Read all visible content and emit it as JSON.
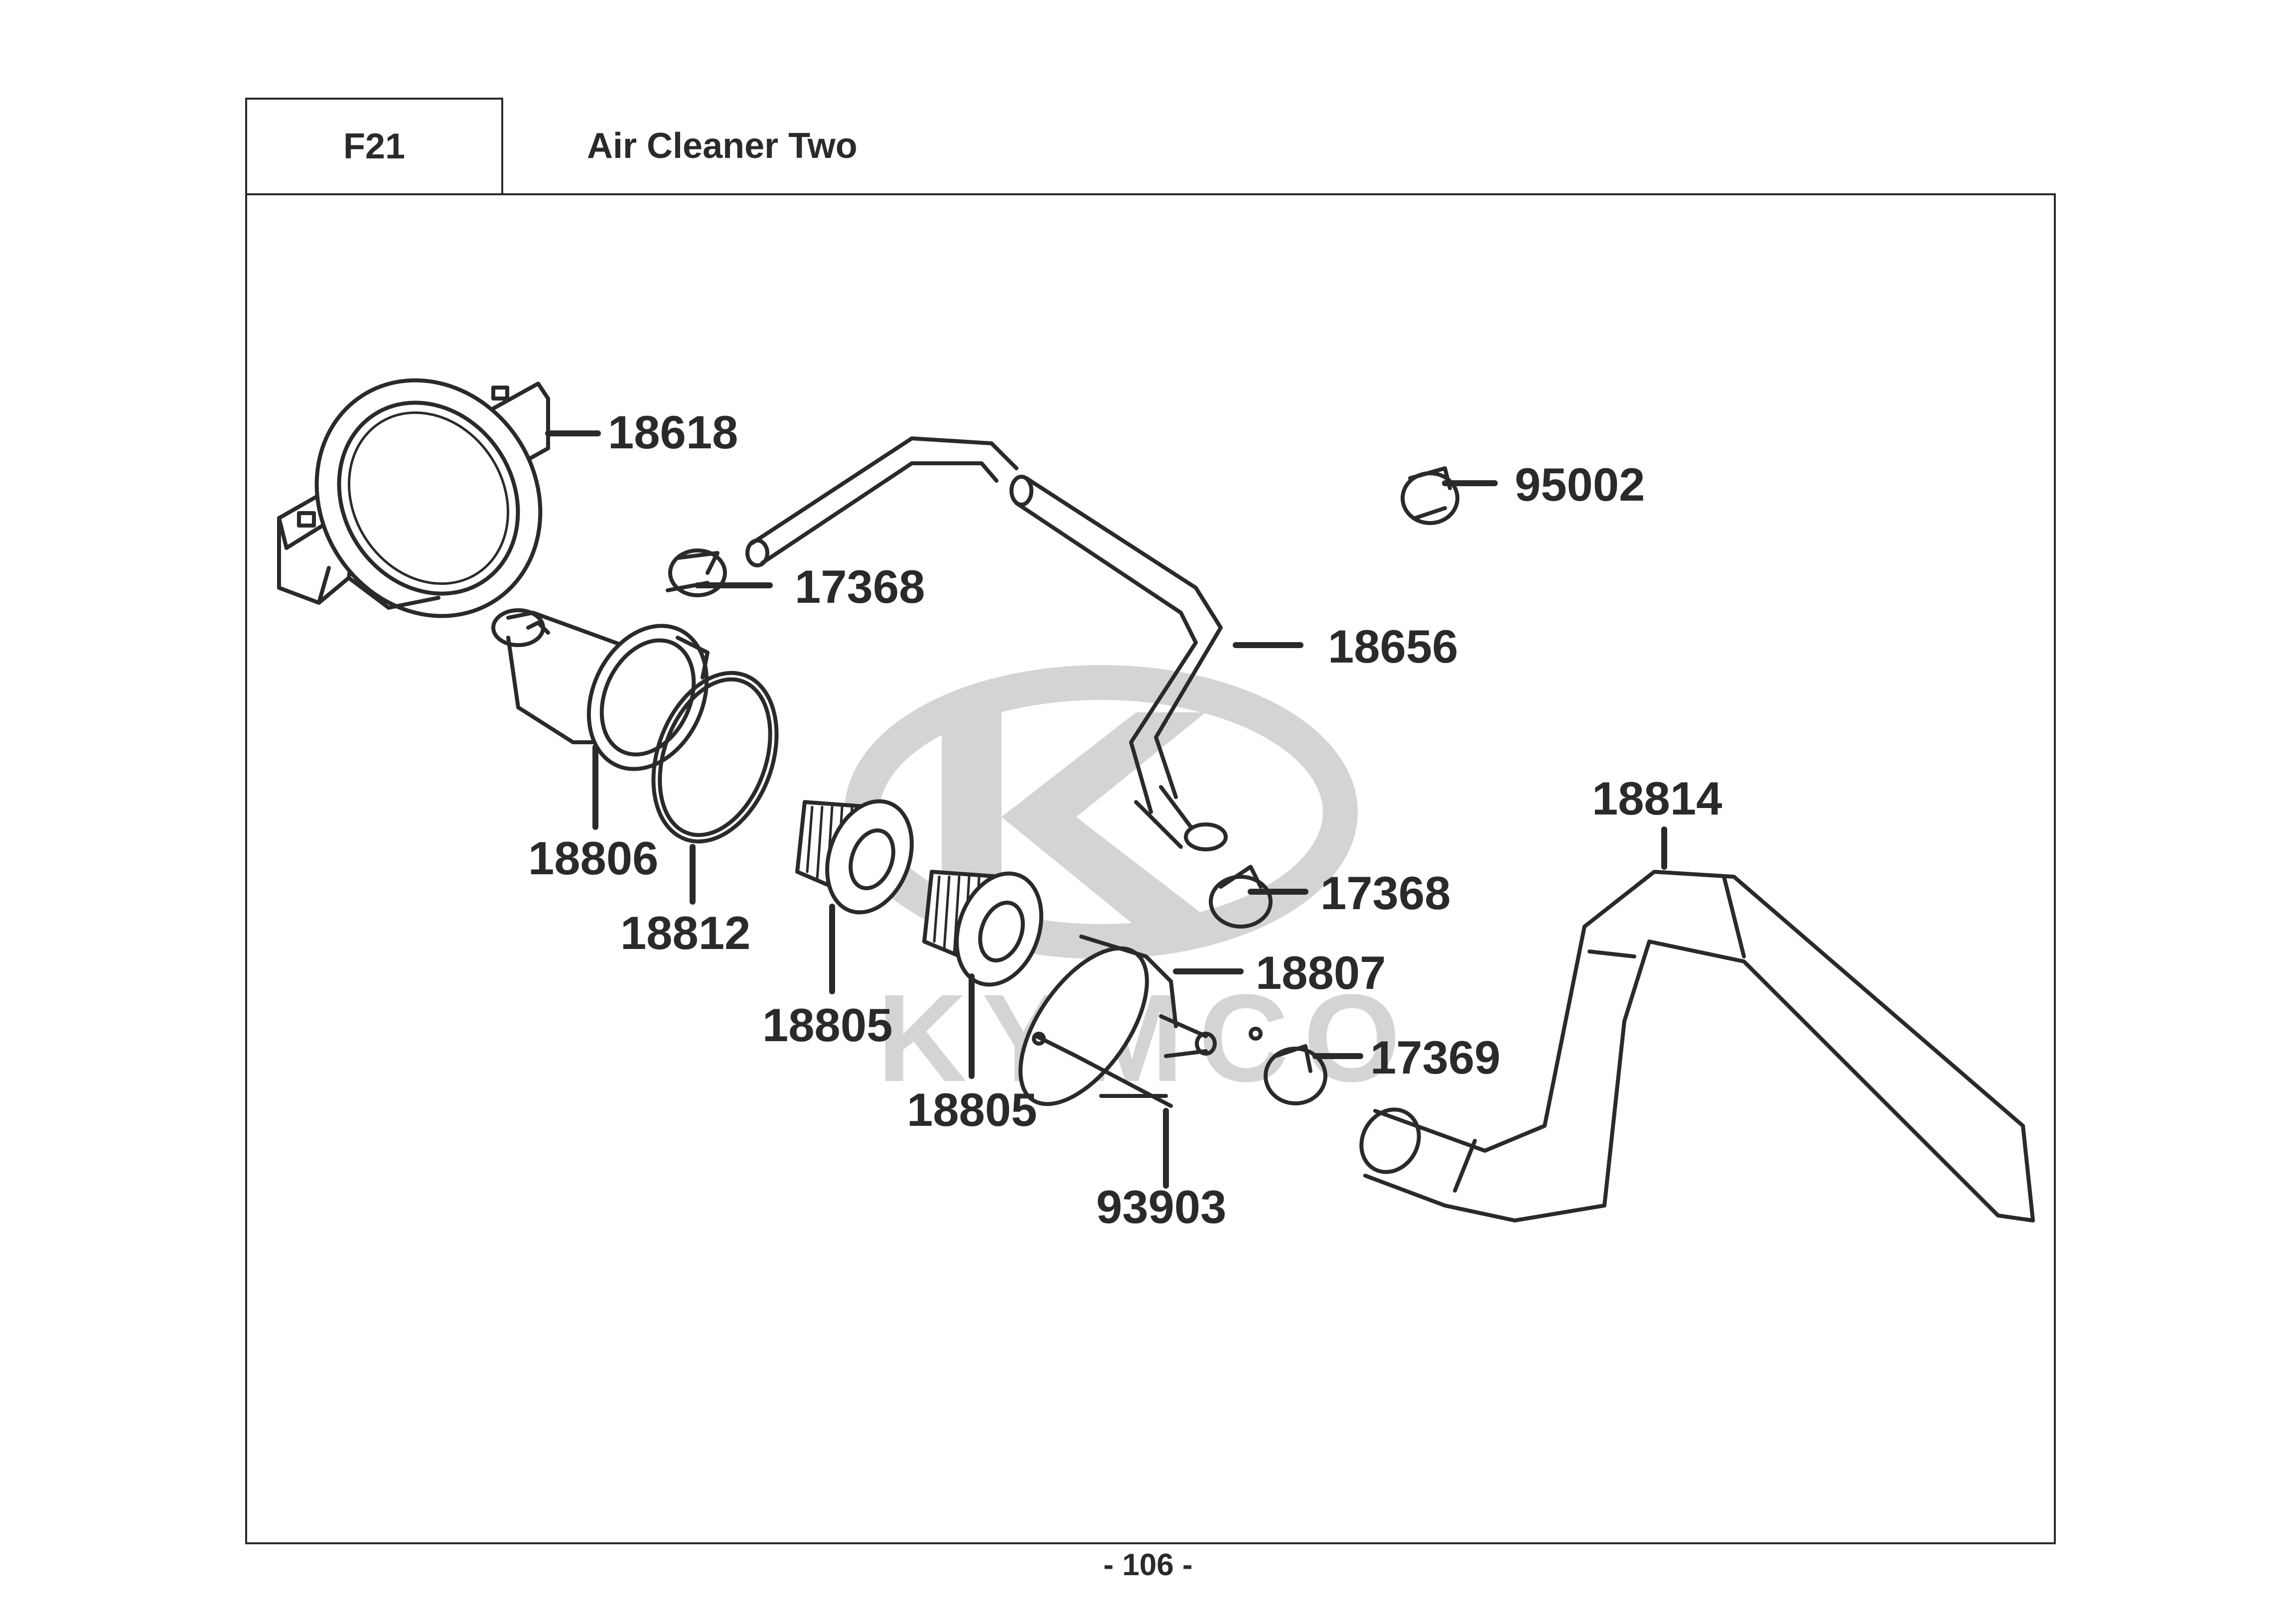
{
  "header": {
    "code": "F21",
    "title": "Air Cleaner Two"
  },
  "watermark": {
    "brand": "KYMCO"
  },
  "callouts": [
    {
      "id": "c-18618",
      "number": "18618",
      "part": "air-cleaner-clamp"
    },
    {
      "id": "c-17368a",
      "number": "17368",
      "part": "hose-clip"
    },
    {
      "id": "c-95002",
      "number": "95002",
      "part": "hose-clip"
    },
    {
      "id": "c-18656",
      "number": "18656",
      "part": "breather-hose"
    },
    {
      "id": "c-18806",
      "number": "18806",
      "part": "filter-case"
    },
    {
      "id": "c-18812",
      "number": "18812",
      "part": "o-ring"
    },
    {
      "id": "c-18805a",
      "number": "18805",
      "part": "filter-element"
    },
    {
      "id": "c-18805b",
      "number": "18805",
      "part": "filter-element"
    },
    {
      "id": "c-17368b",
      "number": "17368",
      "part": "hose-clip"
    },
    {
      "id": "c-18807",
      "number": "18807",
      "part": "filter-cap"
    },
    {
      "id": "c-17369",
      "number": "17369",
      "part": "hose-clip"
    },
    {
      "id": "c-93903",
      "number": "93903",
      "part": "screw"
    },
    {
      "id": "c-18814",
      "number": "18814",
      "part": "drain-hose"
    }
  ],
  "page": {
    "number": "- 106 -"
  },
  "colors": {
    "ink": "#2a2a2a",
    "watermark": "#d4d4d4",
    "background": "#ffffff"
  }
}
